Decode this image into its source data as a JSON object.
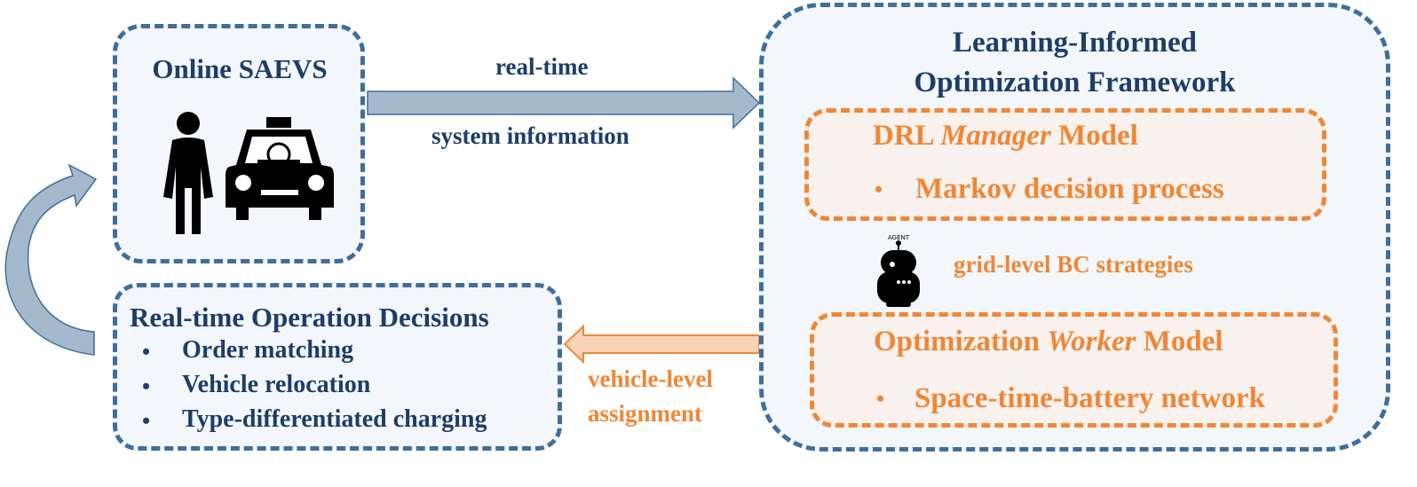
{
  "online_box": {
    "title": "Online SAEVS"
  },
  "top_arrow": {
    "label_top": "real-time",
    "label_bottom": "system information"
  },
  "framework": {
    "title_line1": "Learning-Informed",
    "title_line2": "Optimization Framework"
  },
  "manager": {
    "title_prefix": "DRL ",
    "title_italic": "Manager",
    "title_suffix": " Model",
    "bullet": "•",
    "item": "Markov decision process"
  },
  "agent": {
    "icon_caption": "AGENT",
    "strategy_label": "grid-level BC strategies"
  },
  "worker": {
    "title_prefix": "Optimization ",
    "title_italic": "Worker",
    "title_suffix": " Model",
    "bullet": "•",
    "item": "Space-time-battery network"
  },
  "bottom_arrow": {
    "label_line1": "vehicle-level",
    "label_line2": "assignment"
  },
  "decisions": {
    "title": "Real-time Operation Decisions",
    "items": [
      {
        "bullet": "•",
        "text": "Order matching"
      },
      {
        "bullet": "•",
        "text": "Vehicle relocation"
      },
      {
        "bullet": "•",
        "text": "Type-differentiated charging"
      }
    ]
  },
  "colors": {
    "blue": "#3f6e9c",
    "navy": "#1e3d68",
    "orange": "#ef8737",
    "arrow_fill": "#a5b9cc"
  }
}
